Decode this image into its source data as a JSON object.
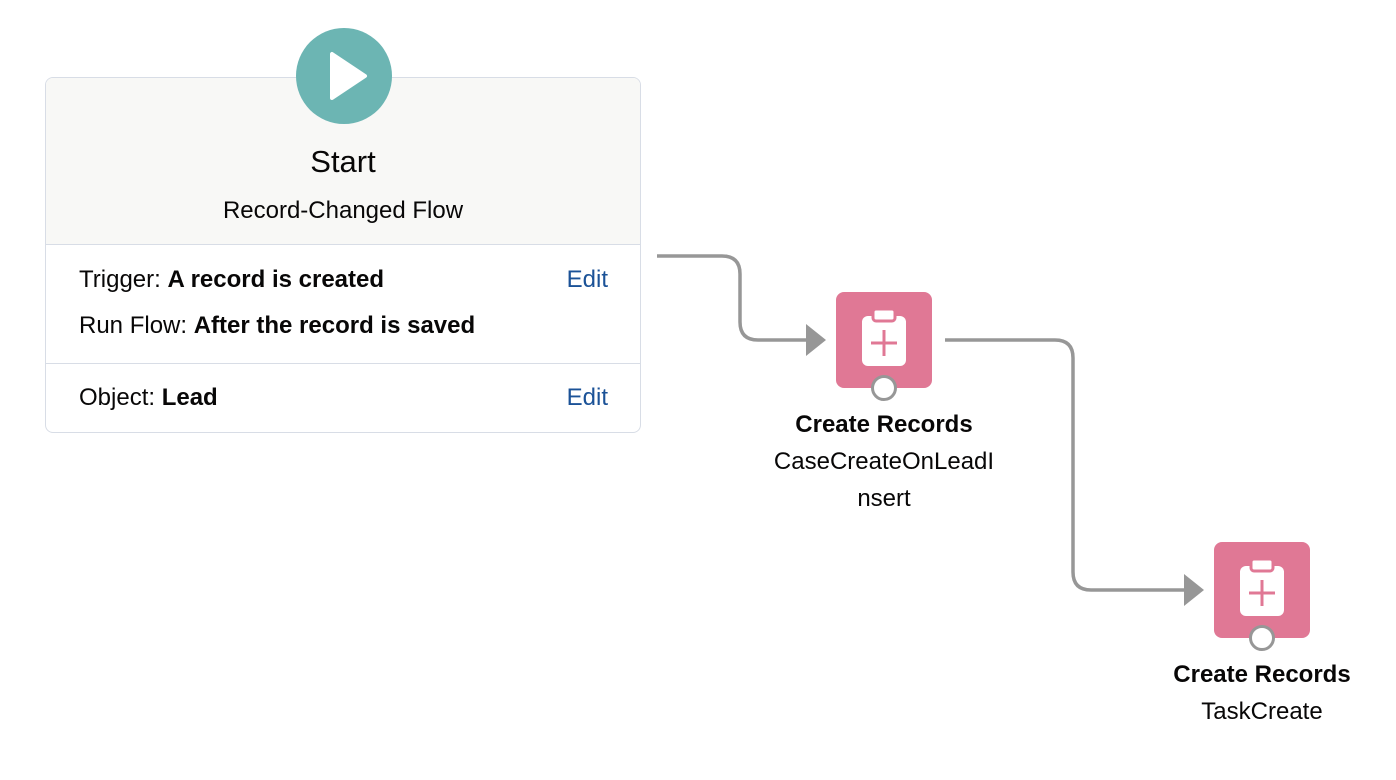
{
  "start": {
    "title": "Start",
    "subtitle": "Record-Changed Flow",
    "trigger_label": "Trigger: ",
    "trigger_value": "A record is created",
    "run_flow_label": "Run Flow: ",
    "run_flow_value": "After the record is saved",
    "object_label": "Object: ",
    "object_value": "Lead",
    "edit_label": "Edit",
    "edit_object_label": "Edit",
    "icon": "play-icon"
  },
  "elements": [
    {
      "type_label": "Create Records",
      "name_line1": "CaseCreateOnLeadI",
      "name_line2": "nsert",
      "icon": "create-records-icon"
    },
    {
      "type_label": "Create Records",
      "name": "TaskCreate",
      "icon": "create-records-icon"
    }
  ],
  "colors": {
    "start_icon": "#6cb5b3",
    "create_records_icon": "#e07895",
    "connector": "#979797",
    "link": "#1b5297"
  }
}
